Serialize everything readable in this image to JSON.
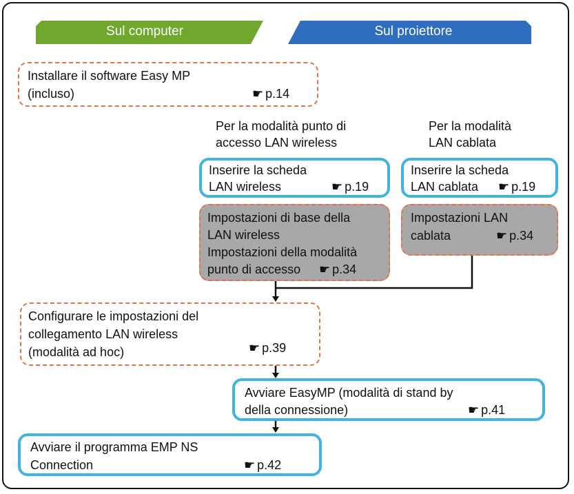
{
  "tabs": {
    "computer": "Sul computer",
    "projector": "Sul proiettore"
  },
  "icons": {
    "pointer": "☛"
  },
  "colors": {
    "green": "#6fa82c",
    "blue": "#2f6dbf",
    "cyan": "#3fb4e0",
    "orange": "#e0744a",
    "grey": "#a8a8a8"
  },
  "boxes": {
    "install": {
      "line1": "Installare il software Easy MP",
      "line2": "(incluso)",
      "ref": "p.14"
    },
    "wireless_heading": {
      "line1": "Per la modalità punto di",
      "line2": "accesso LAN wireless"
    },
    "wired_heading": {
      "line1": "Per la modalità",
      "line2": "LAN cablata"
    },
    "wireless_card": {
      "line1": "Inserire la scheda",
      "line2": "LAN wireless",
      "ref": "p.19"
    },
    "wired_card": {
      "line1": "Inserire la scheda",
      "line2": "LAN cablata",
      "ref": "p.19"
    },
    "wireless_settings": {
      "line1": "Impostazioni di base della",
      "line2": "LAN wireless",
      "line3": "Impostazioni della modalità",
      "line4": "punto di accesso",
      "ref": "p.34"
    },
    "wired_settings": {
      "line1": "Impostazioni LAN",
      "line2": "cablata",
      "ref": "p.34"
    },
    "configure": {
      "line1": "Configurare le impostazioni del",
      "line2": "collegamento LAN wireless",
      "line3": "(modalità ad hoc)",
      "ref": "p.39"
    },
    "easymp": {
      "line1": "Avviare EasyMP (modalità di stand by",
      "line2": "della connessione)",
      "ref": "p.41"
    },
    "emp": {
      "line1": "Avviare il programma EMP NS",
      "line2": "Connection",
      "ref": "p.42"
    }
  }
}
